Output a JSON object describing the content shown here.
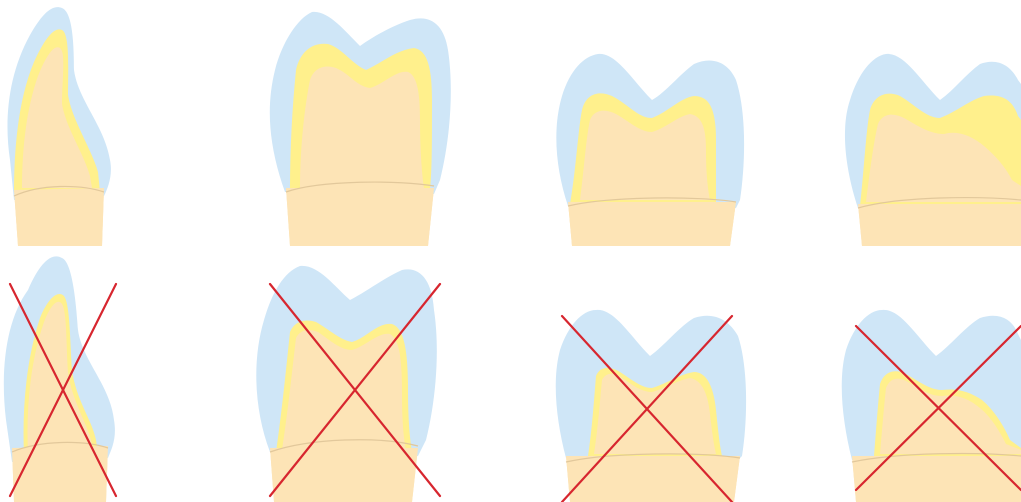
{
  "diagram": {
    "colors": {
      "background": "#ffffff",
      "enamel": "#cfe6f7",
      "dentin_layer": "#fff08c",
      "core": "#fde4b6",
      "root_line": "#e2c89b",
      "cross": "#d7262f"
    },
    "rows": [
      {
        "status": "correct",
        "teeth": [
          {
            "type": "incisor",
            "crossed": false
          },
          {
            "type": "premolar",
            "crossed": false
          },
          {
            "type": "molar",
            "crossed": false
          },
          {
            "type": "molar-asymmetric",
            "crossed": false
          }
        ]
      },
      {
        "status": "incorrect",
        "teeth": [
          {
            "type": "incisor",
            "crossed": true
          },
          {
            "type": "premolar",
            "crossed": true
          },
          {
            "type": "molar",
            "crossed": true
          },
          {
            "type": "molar-asymmetric",
            "crossed": true
          }
        ]
      }
    ]
  }
}
